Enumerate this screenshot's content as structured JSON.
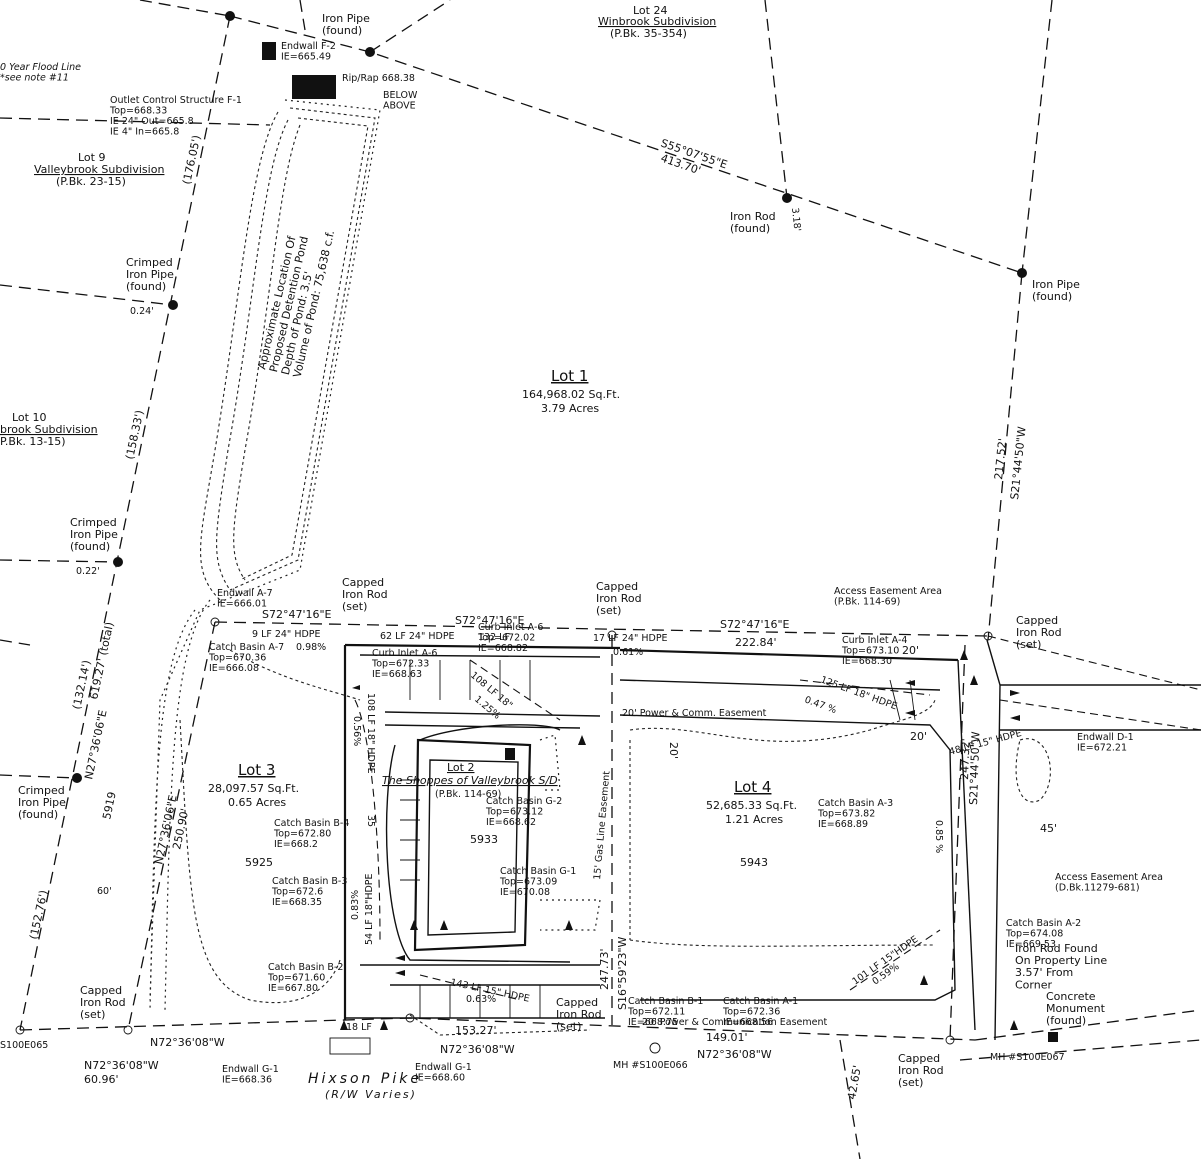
{
  "lots": {
    "lot1": {
      "title": "Lot 1",
      "area": "164,968.02 Sq.Ft.",
      "acres": "3.79 Acres"
    },
    "lot2": {
      "title": "Lot 2",
      "subdivision": "The Shoppes of Valleybrook S/D",
      "book": "(P.Bk. 114-69)"
    },
    "lot3": {
      "title": "Lot 3",
      "area": "28,097.57 Sq.Ft.",
      "acres": "0.65 Acres"
    },
    "lot4": {
      "title": "Lot 4",
      "area": "52,685.33 Sq.Ft.",
      "acres": "1.21 Acres"
    },
    "lot24": {
      "title": "Lot 24",
      "subdivision": "Winbrook Subdivision",
      "book": "(P.Bk. 35-354)"
    },
    "lot9": {
      "title": "Lot 9",
      "subdivision": "Valleybrook Subdivision",
      "book": "(P.Bk. 23-15)"
    },
    "lot10": {
      "title": "Lot 10",
      "subdivision": "brook Subdivision",
      "book": "P.Bk. 13-15)"
    }
  },
  "addresses": {
    "a5933": "5933",
    "a5943": "5943",
    "a5925": "5925",
    "a5919": "5919"
  },
  "road": {
    "name": "Hixson Pike",
    "row": "(R/W Varies)"
  },
  "bearings": {
    "north_line": "S55°07'55\"E",
    "north_dist": "413.70'",
    "east_line": "S21°44'50\"W",
    "east_dist": "217.52'",
    "west_line": "N27°36'06\"E",
    "west_total": "619.27' (total)",
    "west_seg1": "(176.05')",
    "west_seg2": "(158.33')",
    "west_seg3": "(132.14')",
    "west_seg4": "(152.76')",
    "lot3_west": "N27°36'06\"E",
    "lot3_west_dist": "250.90'",
    "lot_top_a": "S72°47'16\"E",
    "lot_top_b": "S72°47'16\"E",
    "lot_top_c": "S72°47'16\"E",
    "lot_top_c_dist": "222.84'",
    "south_a": "N72°36'08\"W",
    "south_b": "N72°36'08\"W",
    "south_b_dist": "153.27'",
    "south_c": "N72°36'08\"W",
    "south_c_dist": "149.01'",
    "south_d": "N72°36'08\"W",
    "south_d_dist": "60.96'",
    "lot4_west": "S16°59'23\"W",
    "lot4_west_dist": "247.73'",
    "lot4_east": "S21°44'50\"W",
    "lot4_east_dist": "247.32'",
    "dist_42_65": "42.65'",
    "dist_3_18": "3.18'",
    "dist_0_24": "0.24'",
    "dist_0_22": "0.22'",
    "dist_60": "60'",
    "dist_45": "45'",
    "dist_20a": "20'",
    "dist_20b": "20'",
    "dist_20c": "20'"
  },
  "monuments": {
    "iron_pipe_found_top": "Iron Pipe\n(found)",
    "iron_pipe_found_right": "Iron Pipe\n(found)",
    "iron_rod_found": "Iron Rod\n(found)",
    "crimped_1": "Crimped\nIron Pipe\n(found)",
    "crimped_2": "Crimped\nIron Pipe\n(found)",
    "crimped_3": "Crimped\nIron Pipe\n(found)",
    "capped_1": "Capped\nIron Rod\n(set)",
    "capped_2": "Capped\nIron Rod\n(set)",
    "capped_3": "Capped\nIron Rod\n(set)",
    "capped_4": "Capped\nIron Rod\n(set)",
    "capped_5": "Capped\nIron Rod\n(set)",
    "capped_6": "Capped\nIron Rod\n(set)",
    "concrete": "Concrete\nMonument\n(found)",
    "iron_rod_property": "Iron Rod Found\nOn Property Line\n3.57' From\nCorner"
  },
  "structures": {
    "endwall_f2": "Endwall F-2\nIE=665.49",
    "riprap": "Rip/Rap 668.38",
    "below_above": "BELOW\nABOVE",
    "outlet": "Outlet Control Structure F-1\nTop=668.33\nIE 24\" Out=665.8\nIE 4\" In=665.8",
    "flood": "0 Year Flood Line\n*see note #11",
    "pond": "Approximate Location Of\nProposed Detention Pond\nDepth of Pond: 3.5'\nVolume of Pond: 75,638 c.f.",
    "endwall_a7": "Endwall A-7\nIE=666.01",
    "cb_a7": "Catch Basin A-7\nTop=670.36\nIE=666.08",
    "ci_a6": "Curb Inlet A-6\nTop=672.02\nIE=668.82",
    "ci_a5": "Curb Inlet A-6\nTop=672.33\nIE=668.63",
    "ci_a4": "Curb Inlet A-4\nTop=673.10\nIE=668.30",
    "cb_a3": "Catch Basin A-3\nTop=673.82\nIE=668.89",
    "cb_g2": "Catch Basin G-2\nTop=673.12\nIE=668.62",
    "cb_g1": "Catch Basin G-1\nTop=673.09\nIE=670.08",
    "cb_b4": "Catch Basin B-4\nTop=672.80\nIE=668.2",
    "cb_b3": "Catch Basin B-3\nTop=672.6\nIE=668.35",
    "cb_b2": "Catch Basin B-2\nTop=671.60\nIE=667.80",
    "cb_b1": "Catch Basin B-1\nTop=672.11\nIE=668.75",
    "cb_a1": "Catch Basin A-1\nTop=672.36\nIE=668.56",
    "cb_a2": "Catch Basin A-2\nTop=674.08\nIE=669.53",
    "endwall_d1": "Endwall D-1\nIE=672.21",
    "endwall_g1": "Endwall G-1\nIE=668.36",
    "endwall_g1b": "Endwall G-1\nIE=668.60",
    "access_1": "Access Easement Area\n(P.Bk. 114-69)",
    "access_2": "Access Easement Area\n(D.Bk.11279-681)",
    "power_1": "20' Power & Comm. Easement",
    "power_2": "20' Power & Communication Easement",
    "gas": "15' Gas Line Easement",
    "mh1": "MH #S100E066",
    "mh2": "MH #S100E067",
    "mh3": "S100E065"
  },
  "pipes": {
    "p1": "9 LF 24\" HDPE",
    "p1s": "0.98%",
    "p2": "62 LF 24\" HDPE",
    "p3": "132 LF",
    "p4": "17 LF 24\" HDPE",
    "p4s": "0.61%",
    "p5": "125 LF 18\" HDPE",
    "p5s": "0.47 %",
    "p6": "108 LF 18\" HDPE",
    "p6s": "0.56%",
    "p7": "108 LF 18\"",
    "p7s": "1.25%",
    "p8": "54 LF 18\"HDPE",
    "p8s": "0.83%",
    "p9": "143 LF 15\" HDPE",
    "p9s": "0.63%",
    "p10": "101 LF 15\"HDPE",
    "p10s": "0.59%",
    "p11": "48 LF 15\" HDPE",
    "p12": "0.85 %",
    "p13": "18 LF",
    "p14": "35"
  }
}
